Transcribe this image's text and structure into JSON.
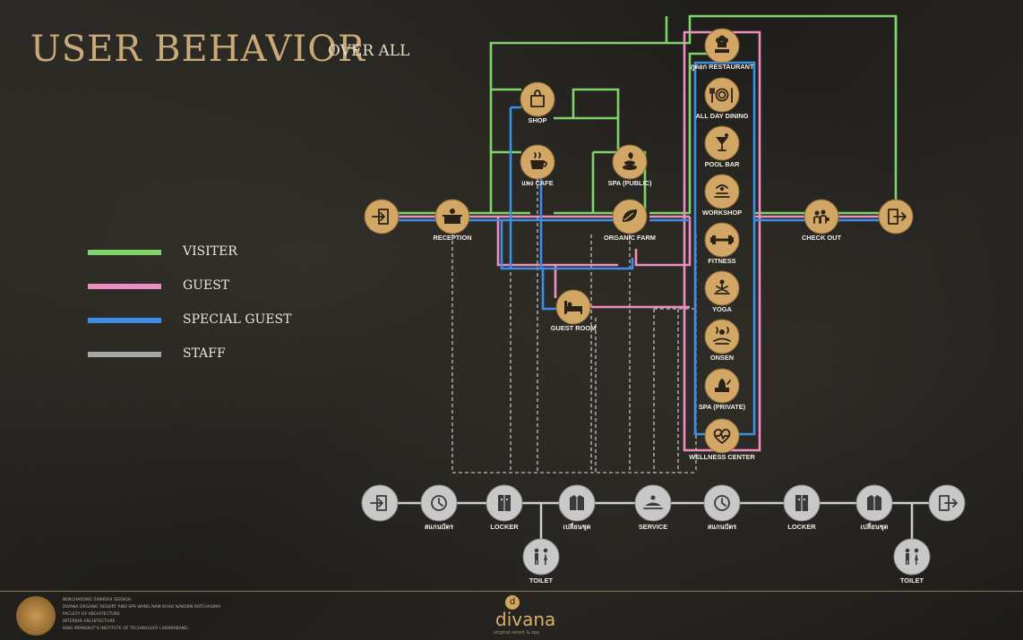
{
  "header": {
    "title": "USER BEHAVIOR",
    "subtitle": "OVER ALL"
  },
  "legend": [
    {
      "label": "VISITER",
      "color": "#7fd36b"
    },
    {
      "label": "GUEST",
      "color": "#ee8fc1"
    },
    {
      "label": "SPECIAL GUEST",
      "color": "#3c8fe6"
    },
    {
      "label": "STAFF",
      "color": "#a6a6a6"
    }
  ],
  "colors": {
    "visiter": "#7fd36b",
    "guest": "#ee8fc1",
    "special_guest": "#3c8fe6",
    "staff": "#cfcfcf",
    "node_fill": "#d2a765",
    "node_icon": "#2a2218",
    "staff_node_fill": "#c8c8c8",
    "staff_node_icon": "#3a3a3a",
    "label": "#f2ede4"
  },
  "nodes": [
    {
      "id": "entrance",
      "label": "",
      "icon": "enter-icon"
    },
    {
      "id": "reception",
      "label": "RECEPTION",
      "icon": "reception-desk-icon"
    },
    {
      "id": "shop",
      "label": "SHOP",
      "icon": "shopping-bag-icon"
    },
    {
      "id": "cafe",
      "label": "แพง CAFE",
      "icon": "coffee-cup-icon"
    },
    {
      "id": "spa_public",
      "label": "SPA (PUBLIC)",
      "icon": "spa-stones-icon"
    },
    {
      "id": "organic_farm",
      "label": "ORGANIC FARM",
      "icon": "leaf-icon"
    },
    {
      "id": "guest_room",
      "label": "GUEST ROOM",
      "icon": "bed-icon"
    },
    {
      "id": "restaurant",
      "label": "ภูดอก RESTAURANT",
      "icon": "chef-icon"
    },
    {
      "id": "all_day_dining",
      "label": "ALL DAY DINING",
      "icon": "plate-cutlery-icon"
    },
    {
      "id": "pool_bar",
      "label": "POOL BAR",
      "icon": "cocktail-icon"
    },
    {
      "id": "workshop",
      "label": "WORKSHOP",
      "icon": "workshop-icon"
    },
    {
      "id": "fitness",
      "label": "FITNESS",
      "icon": "dumbbell-icon"
    },
    {
      "id": "yoga",
      "label": "YOGA",
      "icon": "yoga-icon"
    },
    {
      "id": "onsen",
      "label": "ONSEN",
      "icon": "onsen-icon"
    },
    {
      "id": "spa_private",
      "label": "SPA (PRIVATE)",
      "icon": "spa-private-icon"
    },
    {
      "id": "wellness_center",
      "label": "WELLNESS CENTER",
      "icon": "heart-pulse-icon"
    },
    {
      "id": "check_out",
      "label": "CHECK OUT",
      "icon": "check-out-icon"
    },
    {
      "id": "exit",
      "label": "",
      "icon": "exit-icon"
    }
  ],
  "staff_flow": {
    "nodes": [
      {
        "id": "staff_enter",
        "label": "",
        "icon": "enter-icon"
      },
      {
        "id": "staff_clock_in",
        "label": "สแกนบัตร",
        "icon": "clock-icon"
      },
      {
        "id": "staff_locker_1",
        "label": "LOCKER",
        "icon": "locker-icon"
      },
      {
        "id": "staff_change_1",
        "label": "เปลี่ยนชุด",
        "icon": "uniform-icon"
      },
      {
        "id": "staff_service",
        "label": "SERVICE",
        "icon": "service-icon"
      },
      {
        "id": "staff_clock_out",
        "label": "สแกนบัตร",
        "icon": "clock-icon"
      },
      {
        "id": "staff_locker_2",
        "label": "LOCKER",
        "icon": "locker-icon"
      },
      {
        "id": "staff_change_2",
        "label": "เปลี่ยนชุด",
        "icon": "uniform-icon"
      },
      {
        "id": "staff_exit",
        "label": "",
        "icon": "exit-icon"
      }
    ],
    "toilets": [
      {
        "id": "staff_toilet_1",
        "label": "TOILET",
        "icon": "toilet-icon"
      },
      {
        "id": "staff_toilet_2",
        "label": "TOILET",
        "icon": "toilet-icon"
      }
    ]
  },
  "footer": {
    "lines": [
      "BENCHARONG  5089D04  SIEDIOH",
      "DIVANA ORGANIC RESORT AND SPA WANG NAM KHAO NAKORN RATCHASIMA",
      "FACULTY OF ARCHITECTURE",
      "INTERIOR ARCHITECTURE",
      "KING MONGKUT'S INSTITUTE OF TECHNOLOGY LADKRABANG"
    ],
    "brand_mark": "d",
    "brand_name": "divana",
    "brand_tagline": "original resort & spa"
  }
}
